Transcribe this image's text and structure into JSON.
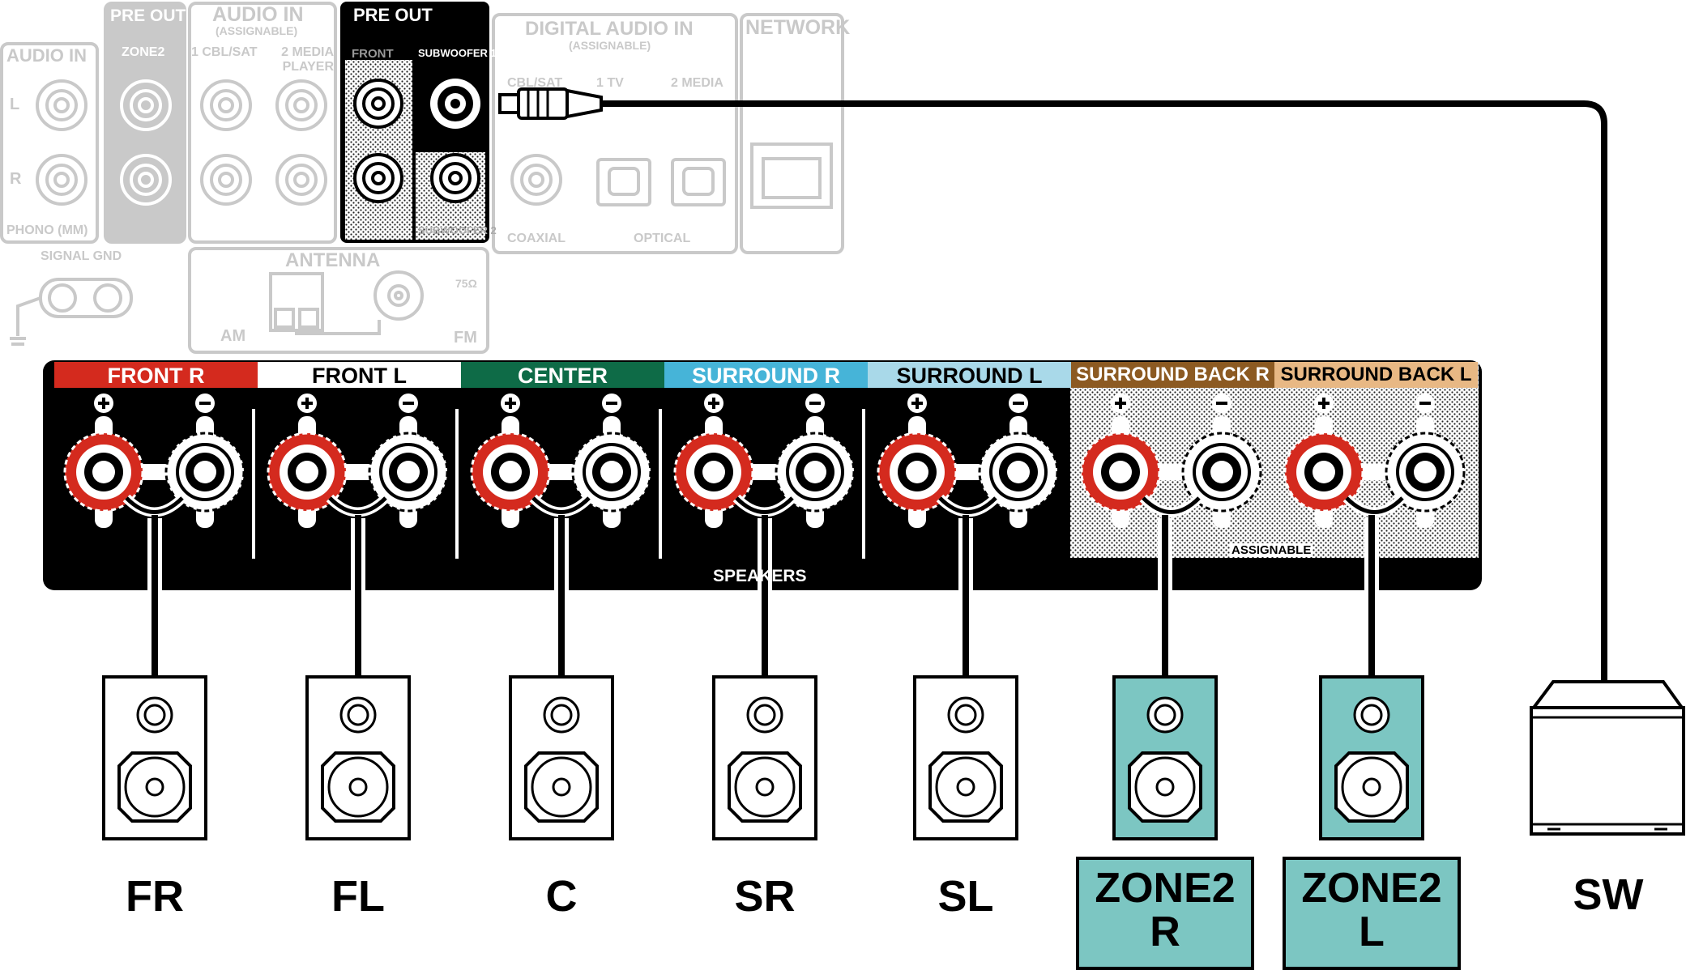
{
  "panel": {
    "audio_in": "AUDIO IN",
    "audio_in_l": "L",
    "audio_in_r": "R",
    "phono": "PHONO (MM)",
    "signal_gnd": "SIGNAL GND",
    "preout_zone2_title": "PRE OUT",
    "zone2": "ZONE2",
    "audio_in_assignable_title": "AUDIO IN",
    "assignable": "(ASSIGNABLE)",
    "cbl_sat": "1 CBL/SAT",
    "media_player": "2  MEDIA PLAYER",
    "preout_title": "PRE OUT",
    "front": "FRONT",
    "subwoofer1": "SUBWOOFER 1",
    "subwoofer2": "SUBWOOFER 2",
    "digital_audio_title": "DIGITAL AUDIO IN",
    "digital_assignable": "(ASSIGNABLE)",
    "digital_cbl_sat": "CBL/SAT",
    "digital_tv": "1  TV",
    "digital_media": "2 MEDIA",
    "coaxial": "COAXIAL",
    "optical": "OPTICAL",
    "network": "NETWORK",
    "antenna": "ANTENNA",
    "am": "AM",
    "fm": "FM",
    "ohm": "75Ω"
  },
  "speaker_terminals": [
    {
      "label": "FRONT R",
      "color": "#d42a1e",
      "text_color": "#ffffff"
    },
    {
      "label": "FRONT L",
      "color": "#ffffff",
      "text_color": "#000000"
    },
    {
      "label": "CENTER",
      "color": "#0e6b47",
      "text_color": "#ffffff"
    },
    {
      "label": "SURROUND R",
      "color": "#46b4d8",
      "text_color": "#ffffff"
    },
    {
      "label": "SURROUND L",
      "color": "#a9d9e9",
      "text_color": "#000000"
    },
    {
      "label": "SURROUND BACK R",
      "color": "#8c5a22",
      "text_color": "#ffffff"
    },
    {
      "label": "SURROUND BACK L",
      "color": "#e8b884",
      "text_color": "#000000"
    }
  ],
  "speakers_label": "SPEAKERS",
  "assignable_label": "ASSIGNABLE",
  "speakers": [
    {
      "name": "FR",
      "zone": false
    },
    {
      "name": "FL",
      "zone": false
    },
    {
      "name": "C",
      "zone": false
    },
    {
      "name": "SR",
      "zone": false
    },
    {
      "name": "SL",
      "zone": false
    },
    {
      "name": "ZONE2 R",
      "line1": "ZONE2",
      "line2": "R",
      "zone": true
    },
    {
      "name": "ZONE2 L",
      "line1": "ZONE2",
      "line2": "L",
      "zone": true
    }
  ],
  "subwoofer": {
    "name": "SW"
  },
  "colors": {
    "zone_fill": "#7cc6c2",
    "terminal_red": "#d42a1e",
    "greyed": "#c9c9c9"
  }
}
